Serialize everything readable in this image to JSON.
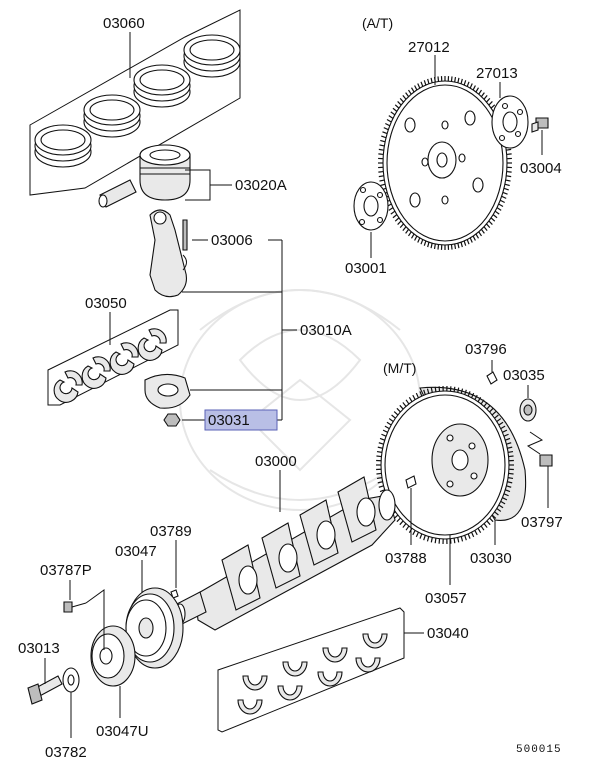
{
  "diagram": {
    "figure_code": "500015",
    "transmission_labels": {
      "automatic": "(A/T)",
      "manual": "(M/T)"
    },
    "highlight_color": "#b9bfe6",
    "parts": {
      "p03060": "03060",
      "p03020A": "03020A",
      "p03006": "03006",
      "p03050": "03050",
      "p03010A": "03010A",
      "p03031": "03031",
      "p27012": "27012",
      "p27013": "27013",
      "p03004": "03004",
      "p03001": "03001",
      "p03796": "03796",
      "p03035": "03035",
      "p03797": "03797",
      "p03000": "03000",
      "p03788": "03788",
      "p03030": "03030",
      "p03057": "03057",
      "p03789": "03789",
      "p03047": "03047",
      "p03787P": "03787P",
      "p03013": "03013",
      "p03047U": "03047U",
      "p03782": "03782",
      "p03040": "03040"
    },
    "selected_part": "03031"
  }
}
